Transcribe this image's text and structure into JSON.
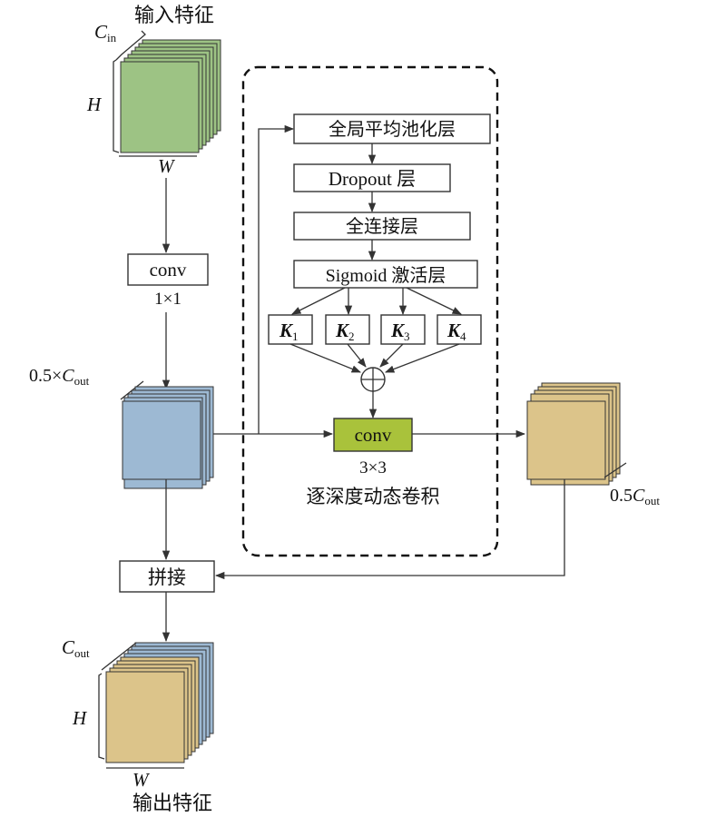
{
  "colors": {
    "green": "#9dc384",
    "blue": "#9db9d3",
    "tan": "#dcc48a",
    "conv_green": "#a9c23b",
    "line": "#333333"
  },
  "input": {
    "title": "输入特征",
    "c_label": "C",
    "c_sub": "in",
    "h_label": "H",
    "w_label": "W"
  },
  "conv1": {
    "label": "conv",
    "caption": "1×1"
  },
  "mid": {
    "label_prefix": "0.5×",
    "c_label": "C",
    "c_sub": "out"
  },
  "dynamic": {
    "gap_label": "全局平均池化层",
    "dropout_label": "Dropout 层",
    "fc_label": "全连接层",
    "sigmoid_label": "Sigmoid 激活层",
    "kernels": [
      {
        "k": "K",
        "sub": "1"
      },
      {
        "k": "K",
        "sub": "2"
      },
      {
        "k": "K",
        "sub": "3"
      },
      {
        "k": "K",
        "sub": "4"
      }
    ],
    "plus": "+",
    "conv_label": "conv",
    "conv_caption": "3×3",
    "caption": "逐深度动态卷积"
  },
  "right": {
    "label_prefix": "0.5",
    "c_label": "C",
    "c_sub": "out"
  },
  "concat": {
    "label": "拼接"
  },
  "output": {
    "title": "输出特征",
    "c_label": "C",
    "c_sub": "out",
    "h_label": "H",
    "w_label": "W"
  }
}
